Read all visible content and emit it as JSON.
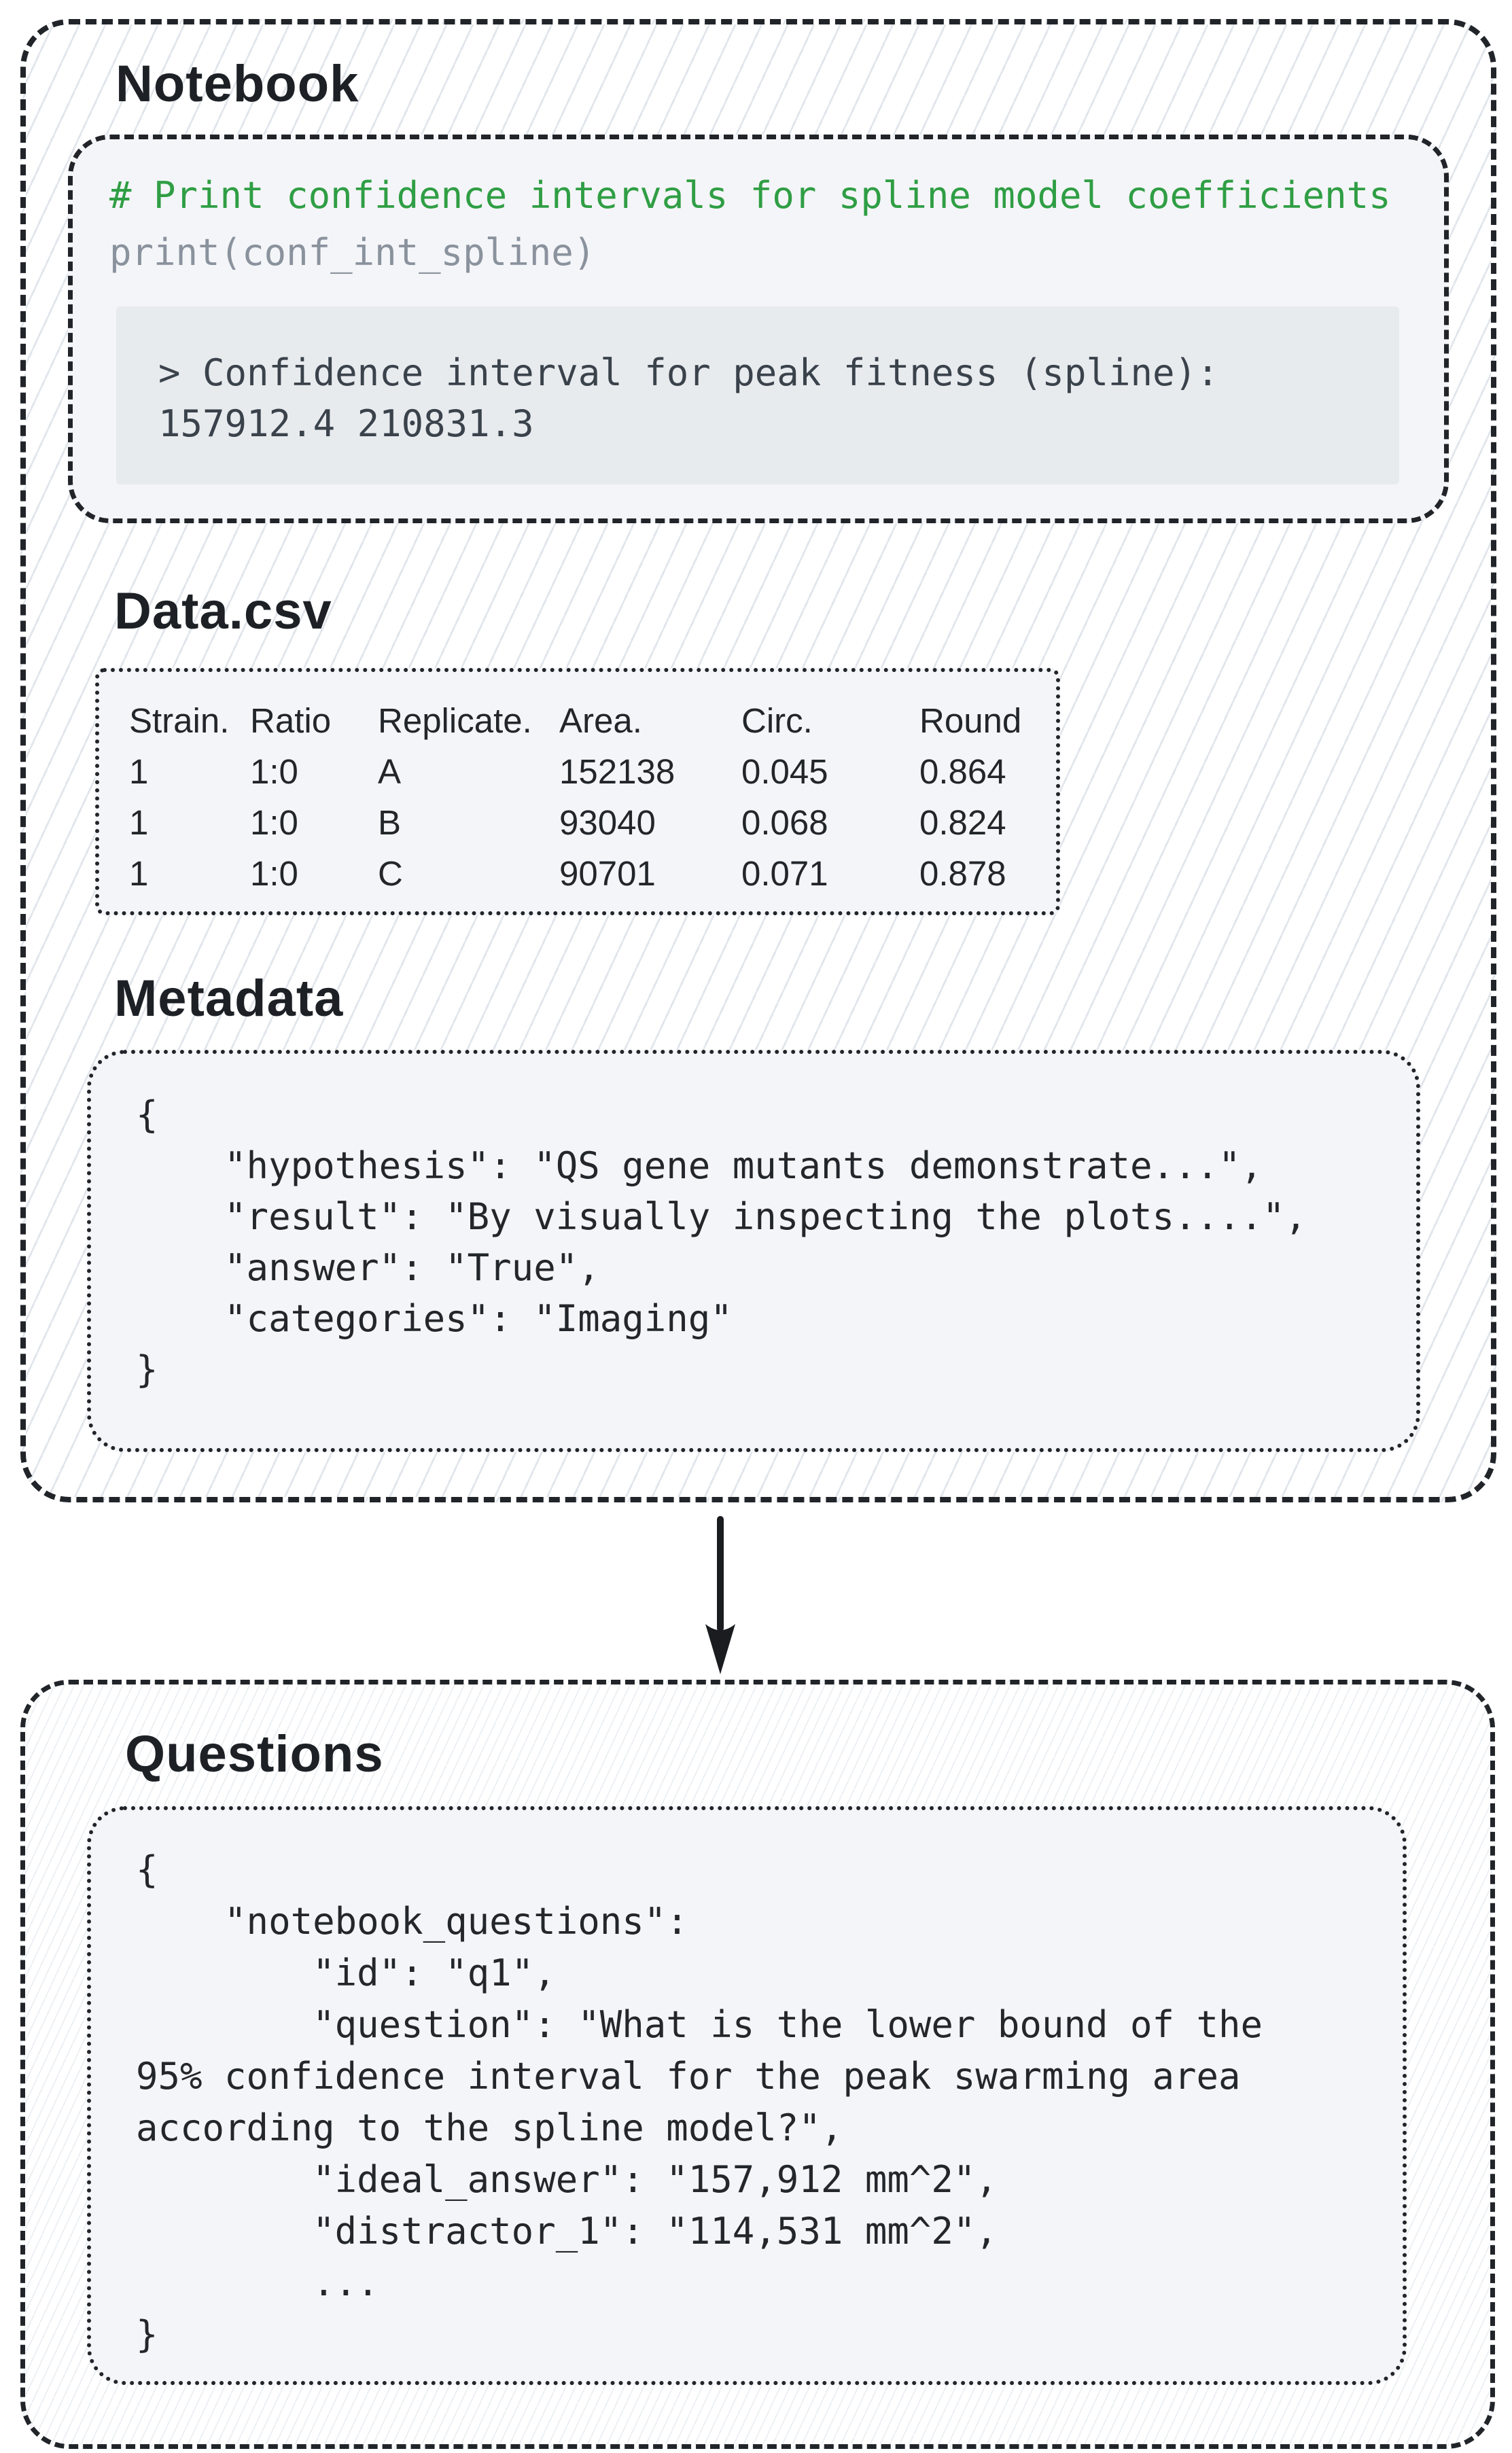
{
  "top_panel": {
    "notebook": {
      "title": "Notebook",
      "code": {
        "comment": "# Print confidence intervals for spline model coefficients",
        "statement": "print(conf_int_spline)"
      },
      "output": {
        "line1": "> Confidence interval for peak fitness (spline):",
        "line2": "157912.4 210831.3"
      }
    },
    "data_csv": {
      "title": "Data.csv",
      "columns": [
        "Strain.",
        "Ratio",
        "Replicate.",
        "Area.",
        "Circ.",
        "Round"
      ],
      "rows": [
        [
          "1",
          "1:0",
          "A",
          "152138",
          "0.045",
          "0.864"
        ],
        [
          "1",
          "1:0",
          "B",
          "93040",
          "0.068",
          "0.824"
        ],
        [
          "1",
          "1:0",
          "C",
          "90701",
          "0.071",
          "0.878"
        ]
      ]
    },
    "metadata": {
      "title": "Metadata",
      "lines": [
        "{",
        "    \"hypothesis\": \"QS gene mutants demonstrate...\",",
        "    \"result\": \"By visually inspecting the plots....\",",
        "    \"answer\": \"True\",",
        "    \"categories\": \"Imaging\"",
        "}"
      ]
    }
  },
  "bottom_panel": {
    "questions": {
      "title": "Questions",
      "lines": [
        "{",
        "    \"notebook_questions\":",
        "        \"id\": \"q1\",",
        "        \"question\": \"What is the lower bound of the",
        "95% confidence interval for the peak swarming area",
        "according to the spline model?\",",
        "        \"ideal_answer\": \"157,912 mm^2\",",
        "        \"distractor_1\": \"114,531 mm^2\",",
        "        ...",
        "}"
      ]
    }
  },
  "colors": {
    "accent_green": "#2f9e44",
    "code_gray": "#8a929d",
    "output_text": "#3a424b",
    "ink": "#1d2126",
    "panel_bg": "#f4f5f8",
    "output_bg": "#e8ebee",
    "border_dark": "#212429",
    "hatch_major": "#dfe4ea",
    "hatch_minor": "#e9edf1",
    "arrow": "#1a1c20"
  }
}
